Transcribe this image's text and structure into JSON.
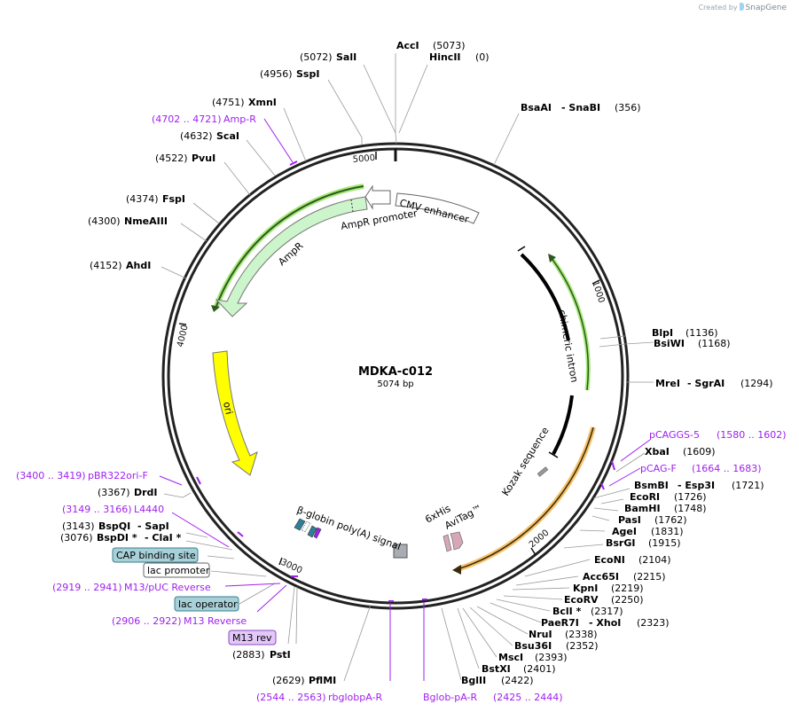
{
  "watermark": {
    "prefix": "Created by",
    "brand": "SnapGene"
  },
  "plasmid": {
    "name": "MDKA-c012",
    "length": "5074 bp"
  },
  "ticks": [
    "1000",
    "2000",
    "3000",
    "4000",
    "5000"
  ],
  "features": {
    "cmv_enhancer": "CMV enhancer",
    "chimeric_intron": "chimeric intron",
    "kozak": "Kozak sequence",
    "his": "6xHis",
    "avitag": "AviTag™",
    "bglobin": "β-globin poly(A) signal",
    "ori": "ori",
    "ampr": "AmpR",
    "ampr_promoter": "AmpR promoter"
  },
  "enzymes": {
    "acci": {
      "name": "AccI",
      "pos": "(5073)"
    },
    "hincii": {
      "name": "HincII",
      "pos": "(0)"
    },
    "sali": {
      "name": "SalI",
      "pos": "(5072)"
    },
    "sspi": {
      "name": "SspI",
      "pos": "(4956)"
    },
    "xmni": {
      "name": "XmnI",
      "pos": "(4751)"
    },
    "scai": {
      "name": "ScaI",
      "pos": "(4632)"
    },
    "pvui": {
      "name": "PvuI",
      "pos": "(4522)"
    },
    "fspi": {
      "name": "FspI",
      "pos": "(4374)"
    },
    "nmeaiii": {
      "name": "NmeAIII",
      "pos": "(4300)"
    },
    "ahdi": {
      "name": "AhdI",
      "pos": "(4152)"
    },
    "bsaai": {
      "name": "BsaAI",
      "sep": "- SnaBI",
      "pos": "(356)"
    },
    "blpi": {
      "name": "BlpI",
      "pos": "(1136)"
    },
    "bsiwi": {
      "name": "BsiWI",
      "pos": "(1168)"
    },
    "mrei": {
      "name": "MreI",
      "sep": "- SgrAI",
      "pos": "(1294)"
    },
    "xbai": {
      "name": "XbaI",
      "pos": "(1609)"
    },
    "bsmbi": {
      "name": "BsmBI",
      "sep": "- Esp3I",
      "pos": "(1721)"
    },
    "ecori": {
      "name": "EcoRI",
      "pos": "(1726)"
    },
    "bamhi": {
      "name": "BamHI",
      "pos": "(1748)"
    },
    "pasi": {
      "name": "PasI",
      "pos": "(1762)"
    },
    "agei": {
      "name": "AgeI",
      "pos": "(1831)"
    },
    "bsrgi": {
      "name": "BsrGI",
      "pos": "(1915)"
    },
    "econi": {
      "name": "EcoNI",
      "pos": "(2104)"
    },
    "acc65i": {
      "name": "Acc65I",
      "pos": "(2215)"
    },
    "kpni": {
      "name": "KpnI",
      "pos": "(2219)"
    },
    "ecorv": {
      "name": "EcoRV",
      "pos": "(2250)"
    },
    "bcli": {
      "name": "BclI *",
      "pos": "(2317)"
    },
    "paer7i": {
      "name": "PaeR7I",
      "sep": "- XhoI",
      "pos": "(2323)"
    },
    "nrui": {
      "name": "NruI",
      "pos": "(2338)"
    },
    "bsu36i": {
      "name": "Bsu36I",
      "pos": "(2352)"
    },
    "msci": {
      "name": "MscI",
      "pos": "(2393)"
    },
    "bstxi": {
      "name": "BstXI",
      "pos": "(2401)"
    },
    "bglii": {
      "name": "BglII",
      "pos": "(2422)"
    },
    "pflmi": {
      "name": "PflMI",
      "pos": "(2629)"
    },
    "psti": {
      "name": "PstI",
      "pos": "(2883)"
    },
    "drdi": {
      "name": "DrdI",
      "pos": "(3367)"
    },
    "bspqi": {
      "name": "BspQI",
      "sep": "- SapI",
      "pos": "(3143)"
    },
    "bspdi": {
      "name": "BspDI *",
      "sep": "- ClaI *",
      "pos": "(3076)"
    }
  },
  "primers": {
    "ampr": {
      "name": "Amp-R",
      "pos": "(4702 .. 4721)"
    },
    "pcaggs5": {
      "name": "pCAGGS-5",
      "pos": "(1580 .. 1602)"
    },
    "pcagf": {
      "name": "pCAG-F",
      "pos": "(1664 .. 1683)"
    },
    "rbglobpa": {
      "name": "rbglobpA-R",
      "pos": "(2544 .. 2563)"
    },
    "bglobpa": {
      "name": "Bglob-pA-R",
      "pos": "(2425 .. 2444)"
    },
    "pbr322": {
      "name": "pBR322ori-F",
      "pos": "(3400 .. 3419)"
    },
    "l4440": {
      "name": "L4440",
      "pos": "(3149 .. 3166)"
    },
    "m13puc": {
      "name": "M13/pUC Reverse",
      "pos": "(2919 .. 2941)"
    },
    "m13rev": {
      "name": "M13 Reverse",
      "pos": "(2906 .. 2922)"
    }
  },
  "boxed_labels": {
    "cap": "CAP binding site",
    "lacprom": "lac promoter",
    "lacop": "lac operator",
    "m13rev": "M13 rev"
  },
  "colors": {
    "primer": "#a020f0",
    "ampr_fill": "#ccf5cc",
    "ori_fill": "#ffff00",
    "orf_highlight": "#f5c16b",
    "green_highlight": "#a6e87a",
    "cap_fill": "#a7d0d8",
    "m13_fill": "#e2c8f8"
  }
}
